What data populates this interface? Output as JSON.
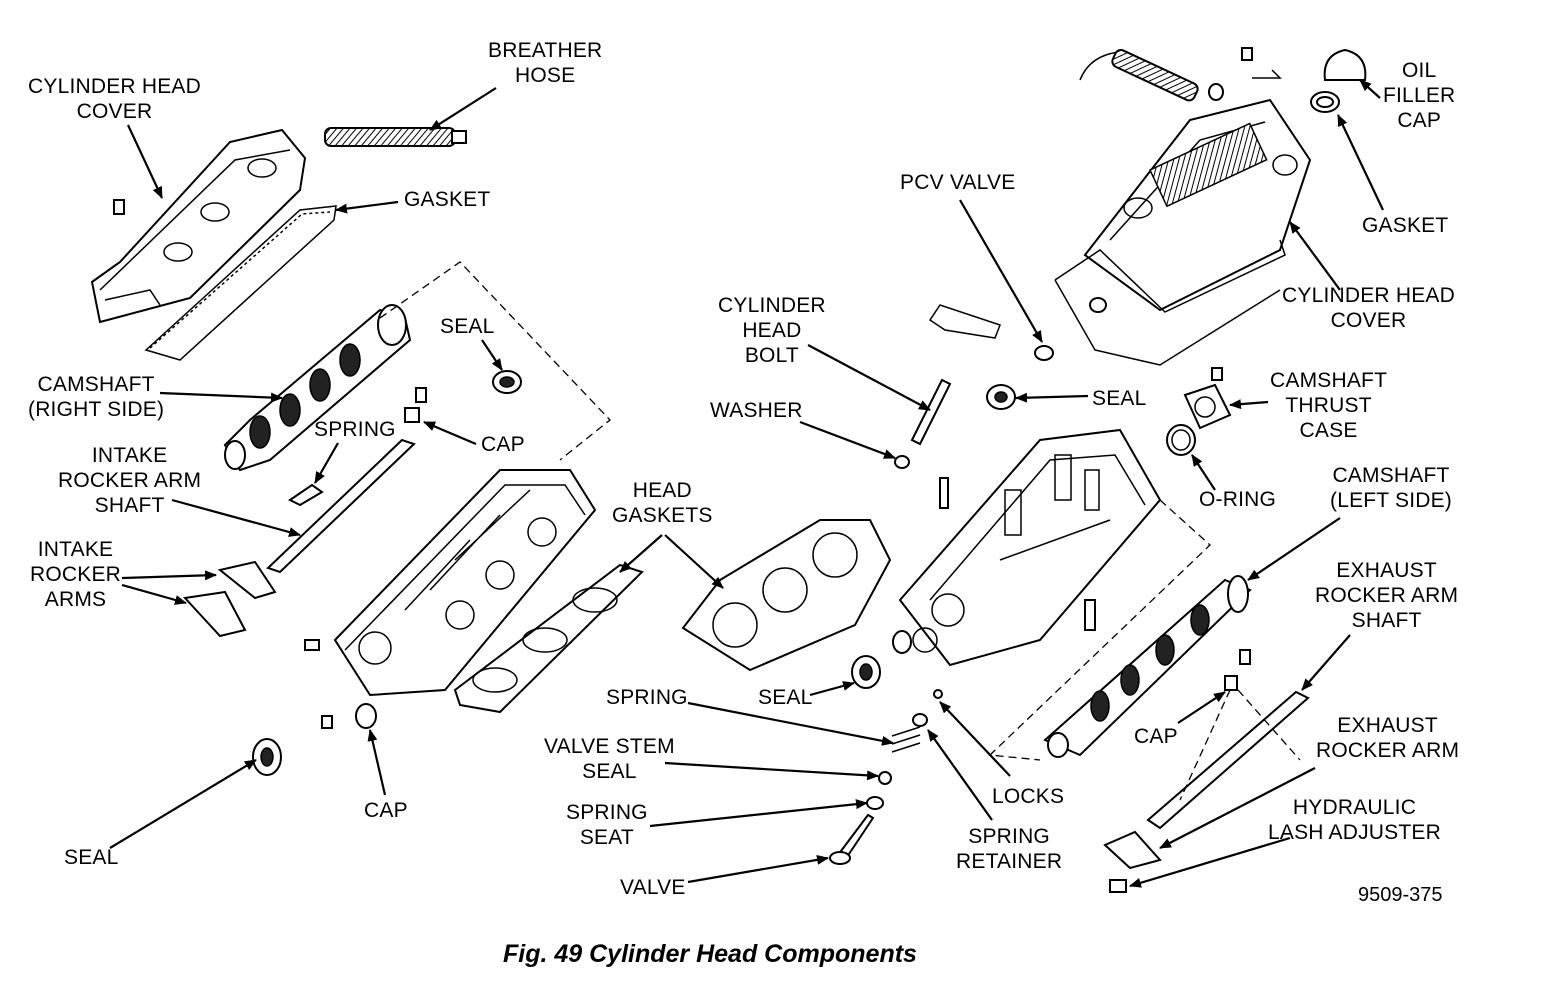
{
  "labels": {
    "cylinder_head_cover_left": "CYLINDER HEAD\nCOVER",
    "breather_hose": "BREATHER\nHOSE",
    "gasket_left": "GASKET",
    "seal_top_left": "SEAL",
    "camshaft_right_side": "CAMSHAFT\n(RIGHT SIDE)",
    "spring_left": "SPRING",
    "cap_upper_left": "CAP",
    "intake_rocker_arm_shaft": "INTAKE\nROCKER ARM\nSHAFT",
    "intake_rocker_arms": "INTAKE\nROCKER\nARMS",
    "head_gaskets": "HEAD\nGASKETS",
    "seal_bottom_left": "SEAL",
    "cap_lower_left": "CAP",
    "cylinder_head_bolt": "CYLINDER\nHEAD\nBOLT",
    "washer": "WASHER",
    "pcv_valve": "PCV VALVE",
    "seal_center": "SEAL",
    "spring_center": "SPRING",
    "valve_stem_seal": "VALVE STEM\nSEAL",
    "spring_seat": "SPRING\nSEAT",
    "valve": "VALVE",
    "seal_center_top": "SEAL",
    "locks": "LOCKS",
    "spring_retainer": "SPRING\nRETAINER",
    "oil_filler_cap": "OIL\nFILLER\nCAP",
    "gasket_right": "GASKET",
    "cylinder_head_cover_right": "CYLINDER HEAD\nCOVER",
    "camshaft_thrust_case": "CAMSHAFT\nTHRUST\nCASE",
    "o_ring": "O-RING",
    "camshaft_left_side": "CAMSHAFT\n(LEFT SIDE)",
    "exhaust_rocker_arm_shaft": "EXHAUST\nROCKER ARM\nSHAFT",
    "cap_right": "CAP",
    "exhaust_rocker_arm": "EXHAUST\nROCKER ARM",
    "hydraulic_lash_adjuster": "HYDRAULIC\nLASH ADJUSTER"
  },
  "figure_code": "9509-375",
  "caption": "Fig. 49 Cylinder Head Components"
}
